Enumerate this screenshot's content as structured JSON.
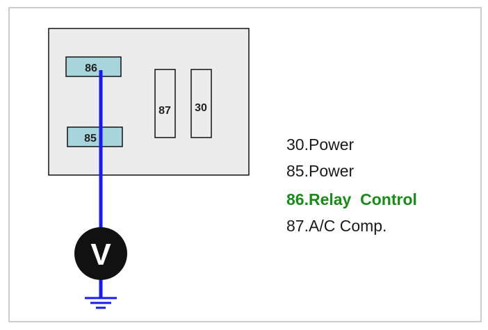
{
  "relay": {
    "pins": [
      {
        "id": "86",
        "label": "86"
      },
      {
        "id": "85",
        "label": "85"
      },
      {
        "id": "87",
        "label": "87"
      },
      {
        "id": "30",
        "label": "30"
      }
    ]
  },
  "meter": {
    "symbol": "V"
  },
  "legend": [
    {
      "text": "30.Power",
      "highlight": false
    },
    {
      "text": "85.Power",
      "highlight": false
    },
    {
      "text": "86.Relay  Control",
      "highlight": true
    },
    {
      "text": "87.A/C Comp.",
      "highlight": false
    }
  ],
  "colors": {
    "relay_fill": "#ececec",
    "terminal_fill": "#a8d4dc",
    "wire": "#1a1aee",
    "highlight": "#1a8a1a",
    "frame": "#bbbbbb"
  },
  "icons": {
    "meter": "voltmeter-icon",
    "ground": "ground-icon"
  }
}
